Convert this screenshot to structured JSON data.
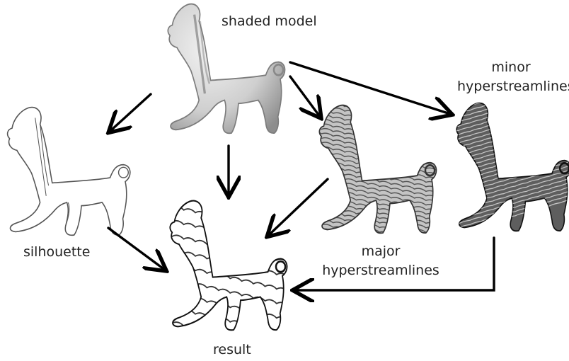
{
  "labels": {
    "shaded_model": "shaded model",
    "silhouette": "silhouette",
    "minor_line1": "minor",
    "minor_line2": "hyperstreamlines",
    "major_line1": "major",
    "major_line2": "hyperstreamlines",
    "result": "result"
  },
  "colors": {
    "arrow": "#000000",
    "text": "#222222",
    "shaded_fill": "#d9d9d9",
    "shaded_stroke": "#8a8a8a",
    "silhouette_stroke": "#555555",
    "major_fill": "#b9b9b9",
    "minor_fill": "#5c5c5c"
  },
  "figures": [
    {
      "name": "shaded-model-figure",
      "style": "shaded"
    },
    {
      "name": "silhouette-figure",
      "style": "silhouette"
    },
    {
      "name": "major-hyperstreamlines-figure",
      "style": "major-strokes"
    },
    {
      "name": "minor-hyperstreamlines-figure",
      "style": "minor-strokes"
    },
    {
      "name": "result-figure",
      "style": "result"
    }
  ],
  "edges": [
    {
      "from": "shaded model",
      "to": "silhouette"
    },
    {
      "from": "shaded model",
      "to": "result"
    },
    {
      "from": "shaded model",
      "to": "major hyperstreamlines"
    },
    {
      "from": "shaded model",
      "to": "minor hyperstreamlines"
    },
    {
      "from": "silhouette",
      "to": "result"
    },
    {
      "from": "major hyperstreamlines",
      "to": "result"
    },
    {
      "from": "minor hyperstreamlines",
      "to": "result"
    }
  ]
}
